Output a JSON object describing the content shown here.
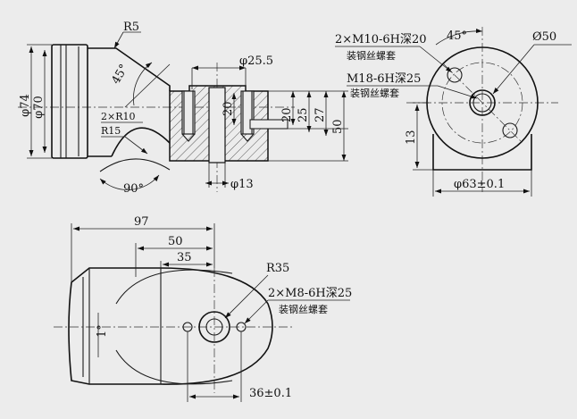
{
  "top_left_view": {
    "r5": "R5",
    "angle_45": "45°",
    "dia74": "φ74",
    "dia70": "φ70",
    "r10": "2×R10",
    "r15": "R15",
    "angle_90": "90°",
    "dia25_5": "φ25.5",
    "dia13": "φ13",
    "d20a": "20",
    "d20b": "20",
    "d25": "25",
    "d27": "27",
    "d50": "50"
  },
  "top_right_view": {
    "thread1_line1": "2×M10-6H深20",
    "thread1_line2": "装钢丝螺套",
    "angle_45": "45°",
    "dia50": "Ø50",
    "thread2_line1": "M18-6H深25",
    "thread2_line2": "装钢丝螺套",
    "d13": "13",
    "dia63": "φ63±0.1"
  },
  "bottom_view": {
    "d97": "97",
    "d50": "50",
    "d35": "35",
    "r35": "R35",
    "thread_line1": "2×M8-6H深25",
    "thread_line2": "装钢丝螺套",
    "angle_1": "1°",
    "d36": "36±0.1"
  }
}
